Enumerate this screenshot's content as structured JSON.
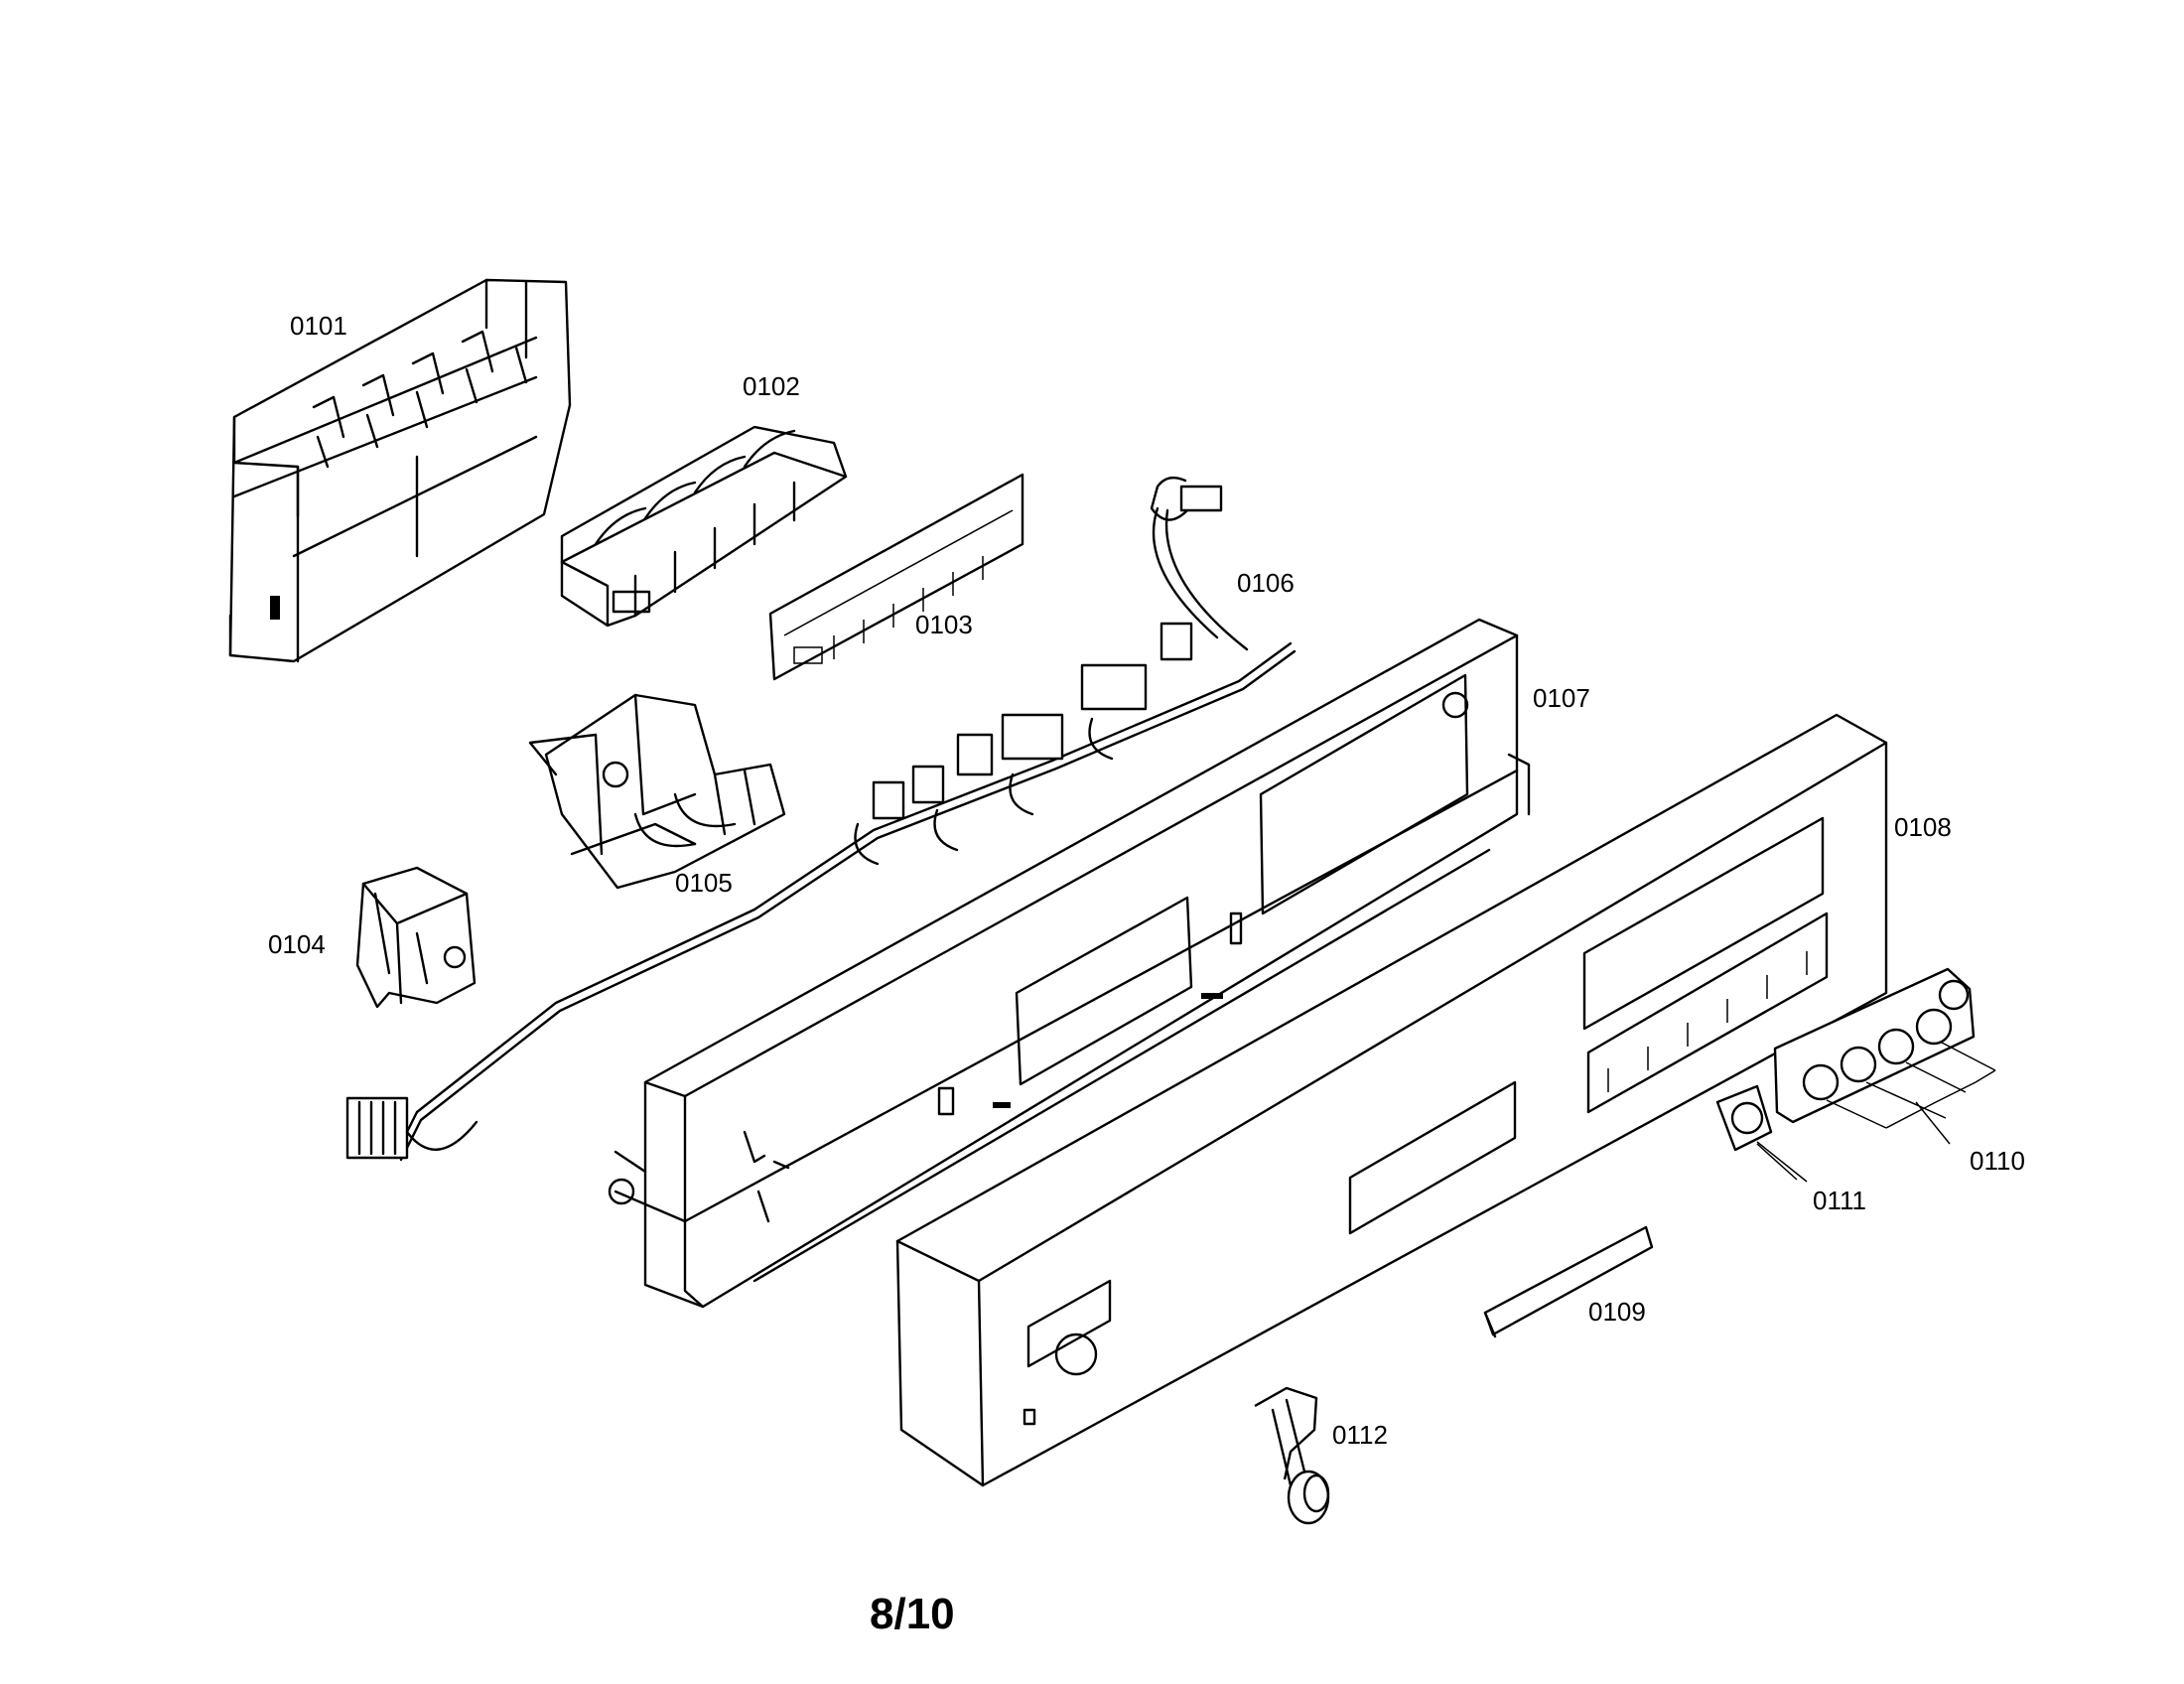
{
  "page_number": "8/10",
  "parts": [
    {
      "id": "0101"
    },
    {
      "id": "0102"
    },
    {
      "id": "0103"
    },
    {
      "id": "0104"
    },
    {
      "id": "0105"
    },
    {
      "id": "0106"
    },
    {
      "id": "0107"
    },
    {
      "id": "0108"
    },
    {
      "id": "0109"
    },
    {
      "id": "0110"
    },
    {
      "id": "0111"
    },
    {
      "id": "0112"
    }
  ]
}
